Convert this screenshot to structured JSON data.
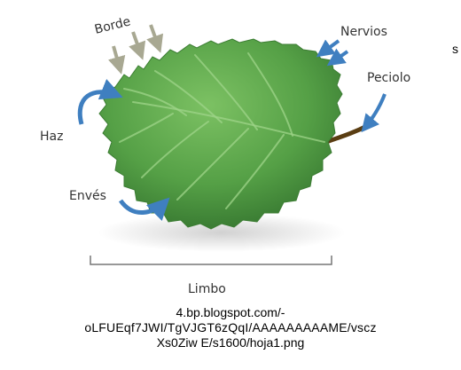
{
  "labels": {
    "borde": "Borde",
    "nervios": "Nervios",
    "peciolo": "Peciolo",
    "haz": "Haz",
    "enves": "Envés",
    "limbo": "Limbo"
  },
  "caption": {
    "line1": "4.bp.blogspot.com/-",
    "line2": "oLFUEqf7JWI/TgVJGT6zQqI/AAAAAAAAAME/vscz",
    "line3": "Xs0Ziw E/s1600/hoja1.png"
  },
  "stray_char": "s",
  "colors": {
    "leaf_dark": "#3f8a36",
    "leaf_light": "#74bb5e",
    "vein": "#9fd48a",
    "arrow_blue": "#3f7fc0",
    "arrow_gray": "#a8a892",
    "petiole": "#5a3d12",
    "bracket": "#777777"
  }
}
